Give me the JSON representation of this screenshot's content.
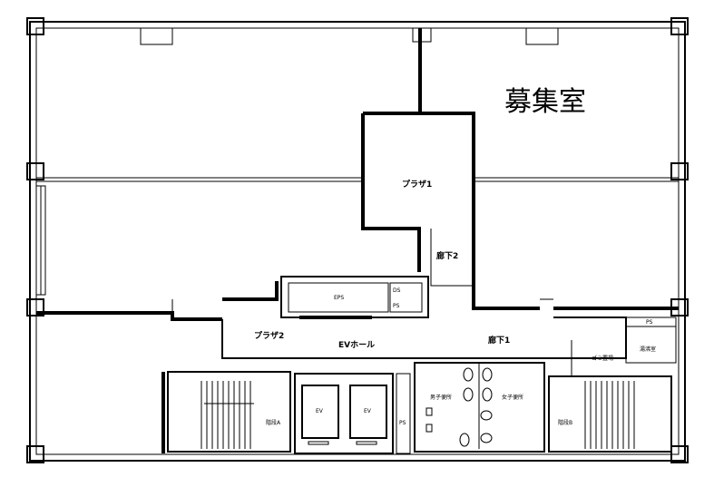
{
  "rooms": {
    "recruit": "募集室",
    "plaza1": "プラザ1",
    "corridor2": "廊下2",
    "plaza2": "プラザ2",
    "ev_hall": "EVホール",
    "corridor1": "廊下1",
    "mens_toilet": "男子便所",
    "womens_toilet": "女子便所",
    "stairs_a": "階段A",
    "stairs_b": "階段B",
    "garbage": "ゴミ置場",
    "kitchenette": "湯沸室",
    "ps_top": "PS",
    "ev1": "EV",
    "ev2": "EV",
    "ps_core": "PS",
    "eps": "EPS",
    "ds": "DS",
    "ps_small": "PS"
  }
}
